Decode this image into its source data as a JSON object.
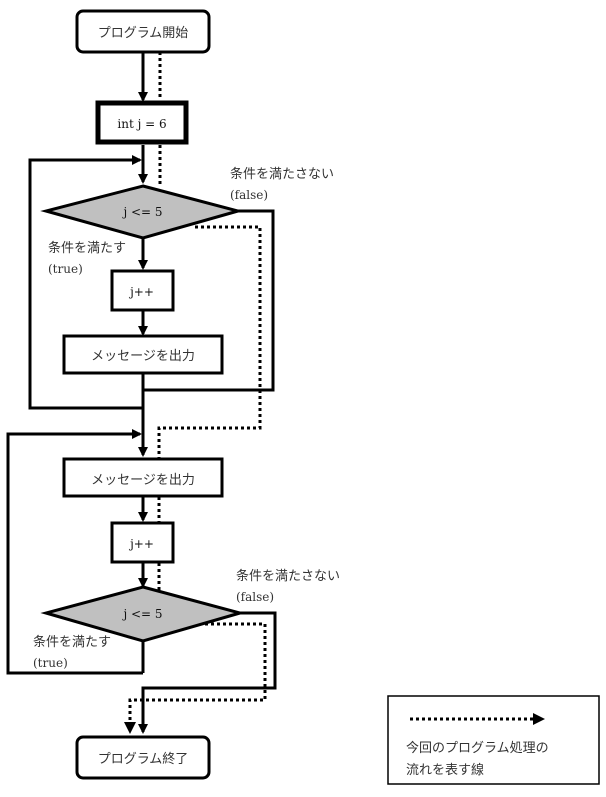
{
  "nodes": {
    "start": "プログラム開始",
    "init": "int j = 6",
    "cond1": "j <= 5",
    "incr1": "j++",
    "print1": "メッセージを出力",
    "print2": "メッセージを出力",
    "incr2": "j++",
    "cond2": "j <= 5",
    "end": "プログラム終了"
  },
  "labels": {
    "cond1_false_jp": "条件を満たさない",
    "cond1_false_en": "(false)",
    "cond1_true_jp": "条件を満たす",
    "cond1_true_en": "(true)",
    "cond2_false_jp": "条件を満たさない",
    "cond2_false_en": "(false)",
    "cond2_true_jp": "条件を満たす",
    "cond2_true_en": "(true)"
  },
  "legend": {
    "line1": "今回のプログラム処理の",
    "line2": "流れを表す線"
  },
  "colors": {
    "decision_fill": "#c0c0c0",
    "stroke": "#000000"
  }
}
